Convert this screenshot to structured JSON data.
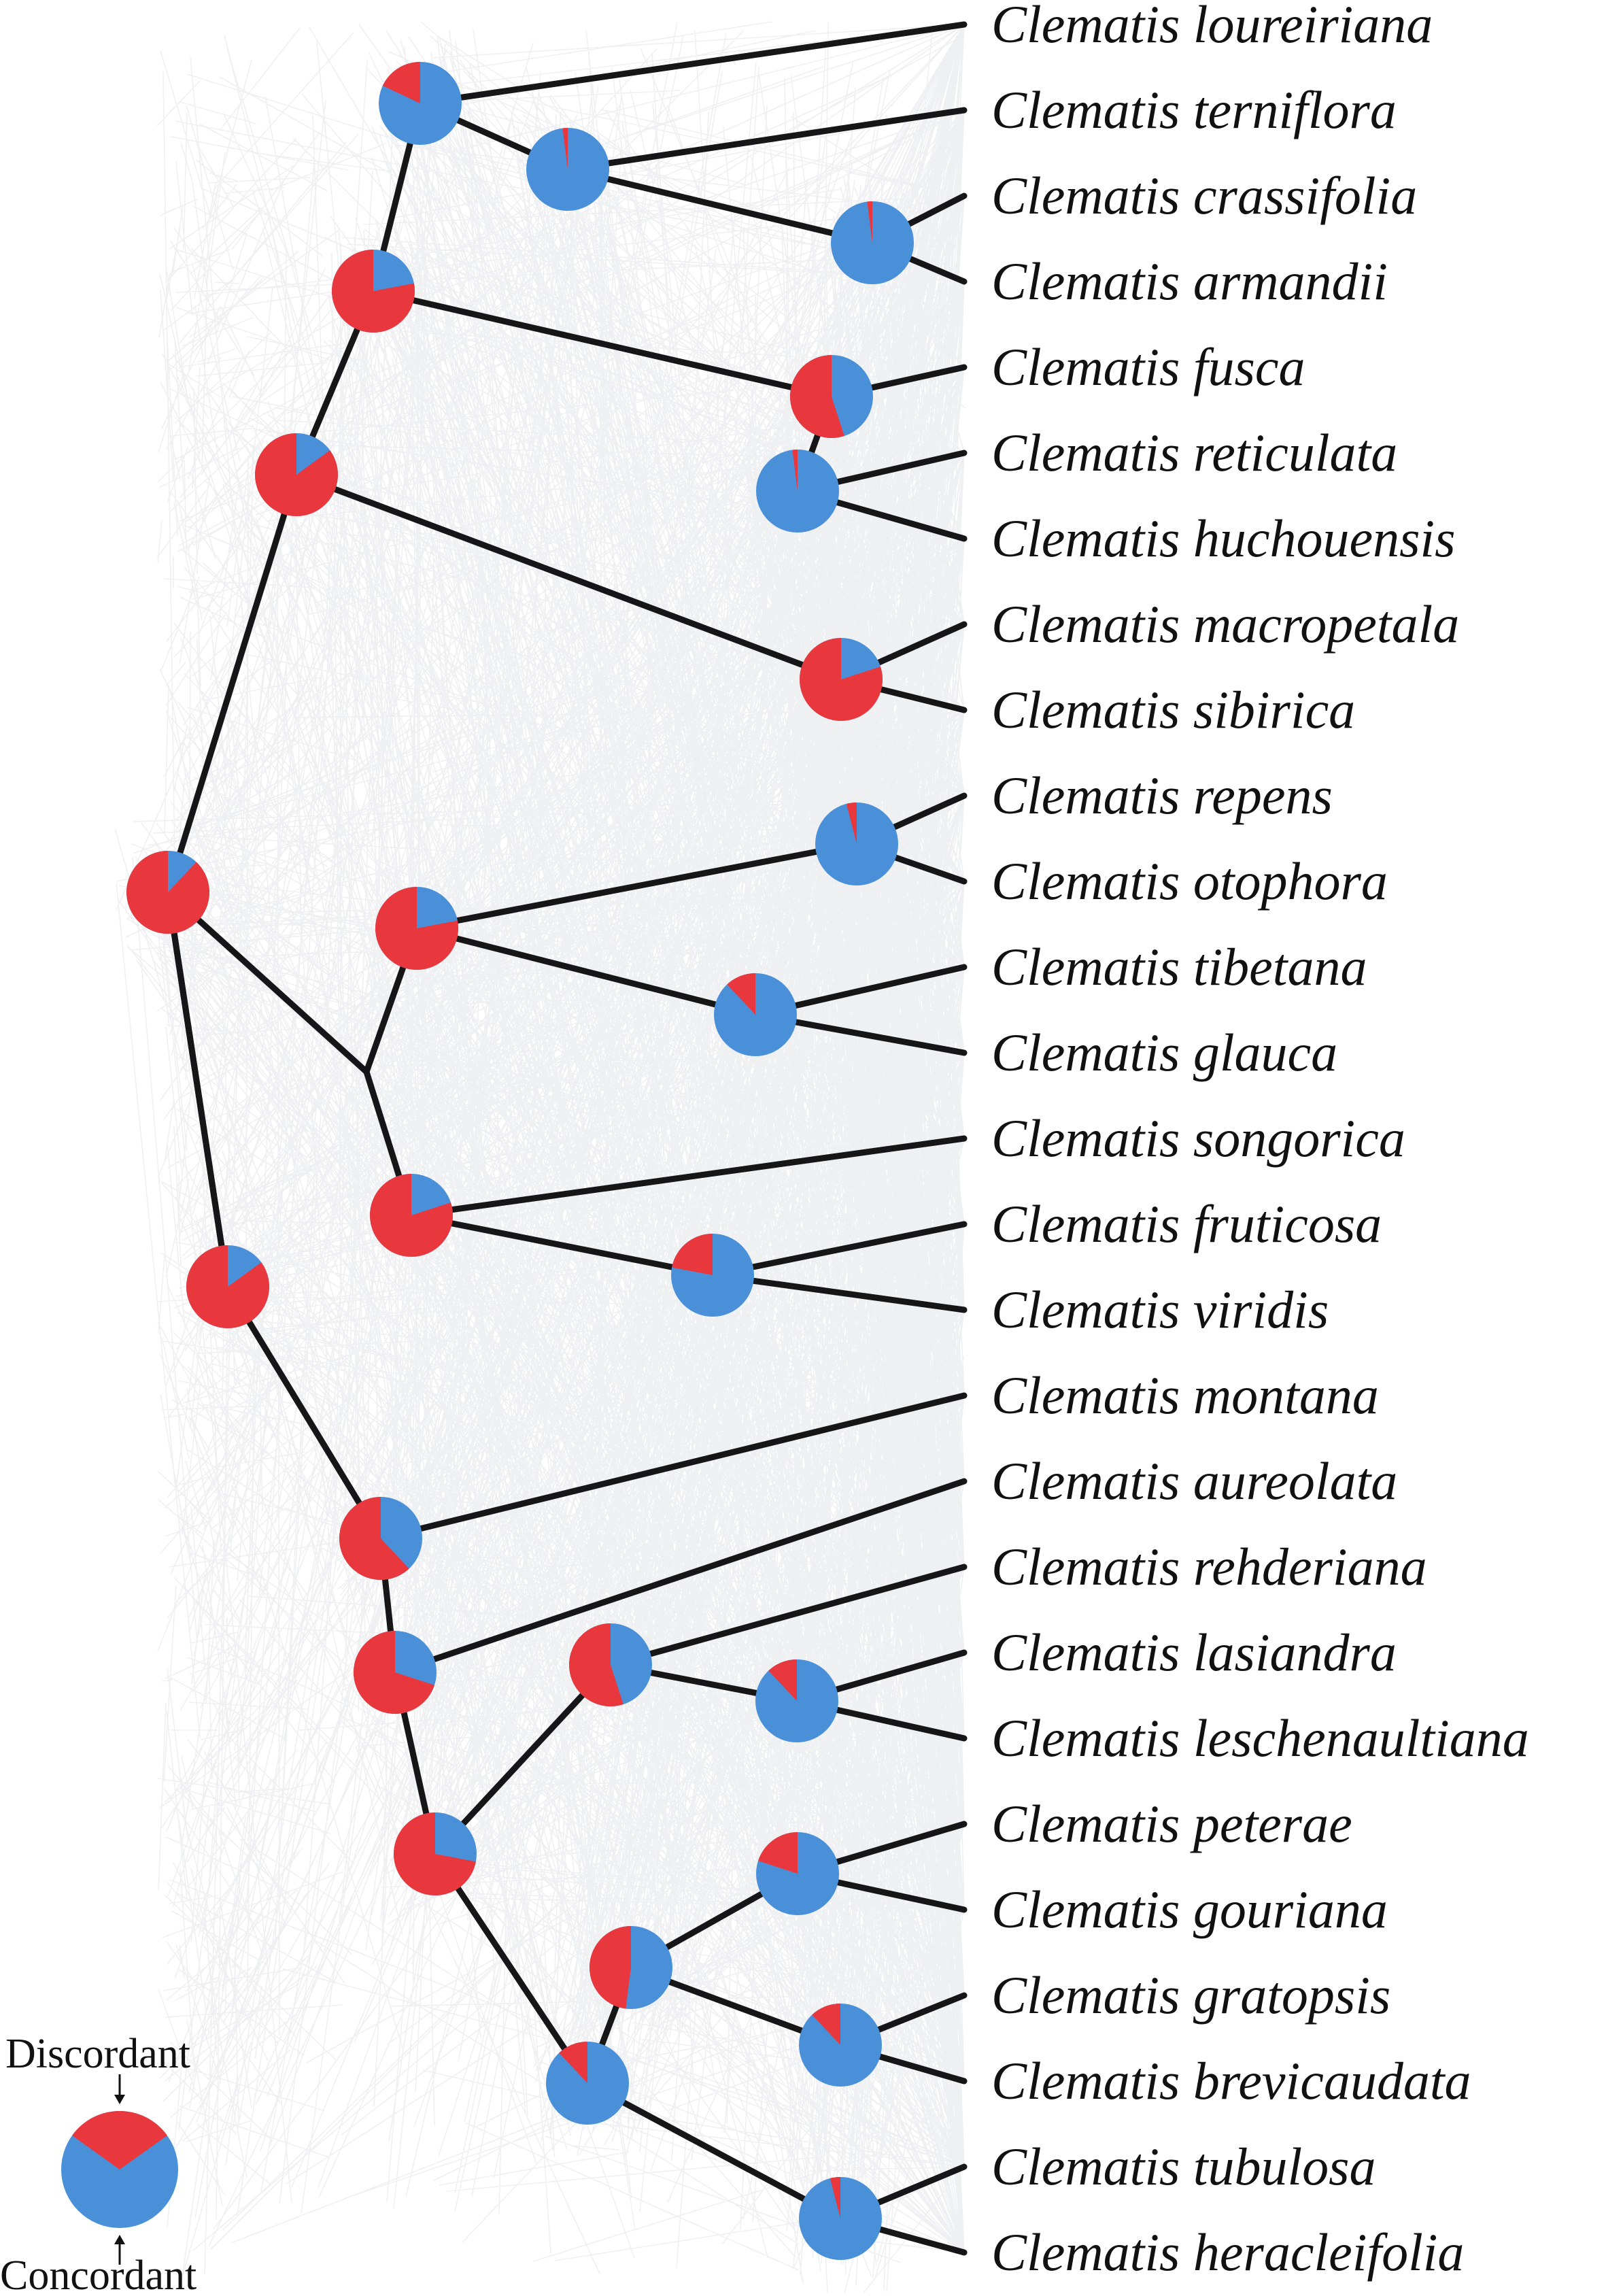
{
  "colors": {
    "discordant": "#e8383d",
    "concordant": "#4a90d9",
    "branch": "#161616",
    "background_trees": "#a7acb8"
  },
  "legend": {
    "discordant_label": "Discordant",
    "concordant_label": "Concordant"
  },
  "taxa": [
    "Clematis loureiriana",
    "Clematis terniflora",
    "Clematis crassifolia",
    "Clematis armandii",
    "Clematis fusca",
    "Clematis reticulata",
    "Clematis huchouensis",
    "Clematis macropetala",
    "Clematis sibirica",
    "Clematis repens",
    "Clematis otophora",
    "Clematis tibetana",
    "Clematis glauca",
    "Clematis songorica",
    "Clematis fruticosa",
    "Clematis viridis",
    "Clematis montana",
    "Clematis aureolata",
    "Clematis rehderiana",
    "Clematis lasiandra",
    "Clematis leschenaultiana",
    "Clematis peterae",
    "Clematis gouriana",
    "Clematis gratopsis",
    "Clematis brevicaudata",
    "Clematis tubulosa",
    "Clematis heracleifolia"
  ],
  "nodes": [
    {
      "id": "n_root",
      "discordant": 0.85
    },
    {
      "id": "n_A",
      "discordant": 0.88
    },
    {
      "id": "n_B",
      "discordant": 0.85
    },
    {
      "id": "n_C",
      "discordant": 0.78
    },
    {
      "id": "n_D",
      "discordant": 0.18
    },
    {
      "id": "n_E",
      "discordant": 0.02
    },
    {
      "id": "n_F",
      "discordant": 0.02
    },
    {
      "id": "n_G",
      "discordant": 0.55
    },
    {
      "id": "n_H",
      "discordant": 0.02
    },
    {
      "id": "n_I",
      "discordant": 0.8
    },
    {
      "id": "n_J",
      "discordant": 0.78
    },
    {
      "id": "n_K",
      "discordant": 0.04
    },
    {
      "id": "n_L",
      "discordant": 0.12
    },
    {
      "id": "n_M",
      "discordant": 0.8
    },
    {
      "id": "n_N",
      "discordant": 0.22
    },
    {
      "id": "n_O",
      "discordant": 0.62
    },
    {
      "id": "n_P",
      "discordant": 0.7
    },
    {
      "id": "n_Q",
      "discordant": 0.72
    },
    {
      "id": "n_R",
      "discordant": 0.55
    },
    {
      "id": "n_S",
      "discordant": 0.12
    },
    {
      "id": "n_T",
      "discordant": 0.12
    },
    {
      "id": "n_U",
      "discordant": 0.48
    },
    {
      "id": "n_V",
      "discordant": 0.2
    },
    {
      "id": "n_W",
      "discordant": 0.12
    },
    {
      "id": "n_X",
      "discordant": 0.04
    }
  ]
}
